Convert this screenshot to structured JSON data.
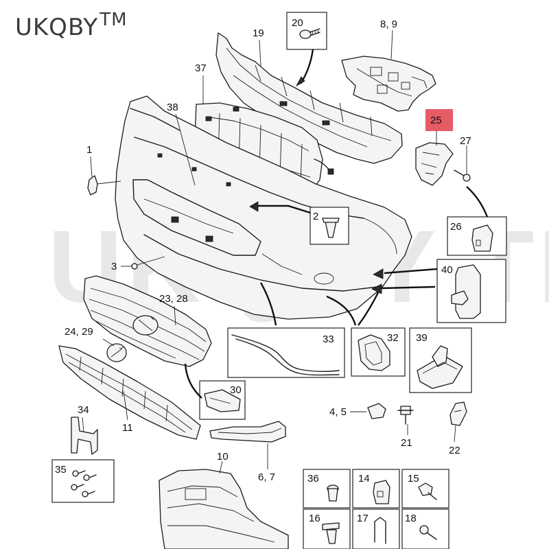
{
  "brand": {
    "name": "UKQBY",
    "tm": "TM"
  },
  "watermark": "UKQBY  TM",
  "callouts": {
    "c1": "1",
    "c2": "2",
    "c3": "3",
    "c4_5": "4, 5",
    "c6_7": "6, 7",
    "c8_9": "8, 9",
    "c10": "10",
    "c11": "11",
    "c14": "14",
    "c15": "15",
    "c16": "16",
    "c17": "17",
    "c18": "18",
    "c19": "19",
    "c20": "20",
    "c21": "21",
    "c22": "22",
    "c23_28": "23, 28",
    "c24_29": "24, 29",
    "c25": "25",
    "c26": "26",
    "c27": "27",
    "c30": "30",
    "c32": "32",
    "c33": "33",
    "c34": "34",
    "c35": "35",
    "c36": "36",
    "c37": "37",
    "c38": "38",
    "c39": "39",
    "c40": "40"
  },
  "highlight": {
    "part": "25",
    "color": "#e2404a"
  }
}
